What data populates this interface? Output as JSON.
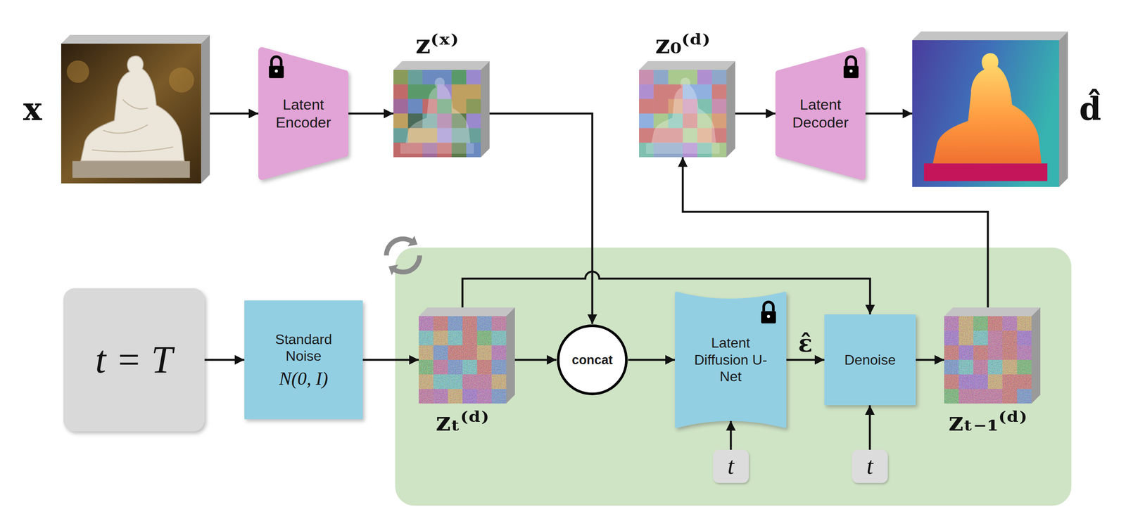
{
  "diagram": {
    "nodes": [
      {
        "text": [
          "x"
        ]
      },
      {
        "text": [
          "Latent Encoder"
        ]
      },
      {
        "text": [
          "z⁽ˣ⁾"
        ]
      },
      {
        "text": [
          "z₀⁽ᵈ⁾"
        ]
      },
      {
        "text": [
          "Latent Decoder"
        ]
      },
      {
        "text": [
          "d̂"
        ]
      },
      {
        "text": [
          "t = T"
        ]
      },
      {
        "text": [
          "Standard Noise",
          "N(0, I)"
        ]
      },
      {
        "text": [
          "zₜ⁽ᵈ⁾"
        ]
      },
      {
        "text": [
          "concat"
        ]
      },
      {
        "text": [
          "Latent Diffusion U-Net"
        ]
      },
      {
        "text": [
          "t"
        ]
      },
      {
        "text": [
          "Denoise"
        ]
      },
      {
        "text": [
          "t"
        ]
      },
      {
        "text": [
          "zₜ₋₁⁽ᵈ⁾"
        ]
      }
    ],
    "edges": [
      {
        "from": 0,
        "to": 1,
        "arrow": "to"
      },
      {
        "from": 1,
        "to": 2,
        "arrow": "to"
      },
      {
        "from": 2,
        "to": 9,
        "arrow": "to"
      },
      {
        "from": 3,
        "to": 4,
        "arrow": "to"
      },
      {
        "from": 4,
        "to": 5,
        "arrow": "to"
      },
      {
        "from": 6,
        "to": 7,
        "arrow": "to"
      },
      {
        "from": 7,
        "to": 8,
        "arrow": "to"
      },
      {
        "from": 8,
        "to": 9,
        "arrow": "to"
      },
      {
        "from": 8,
        "to": 12,
        "arrow": "to"
      },
      {
        "from": 9,
        "to": 10,
        "arrow": "to"
      },
      {
        "from": 10,
        "to": 12,
        "label": "ε̂",
        "arrow": "to"
      },
      {
        "from": 11,
        "to": 10,
        "arrow": "to"
      },
      {
        "from": 13,
        "to": 12,
        "arrow": "to"
      },
      {
        "from": 12,
        "to": 14,
        "arrow": "to"
      },
      {
        "from": 14,
        "to": 3,
        "arrow": "to"
      }
    ]
  }
}
